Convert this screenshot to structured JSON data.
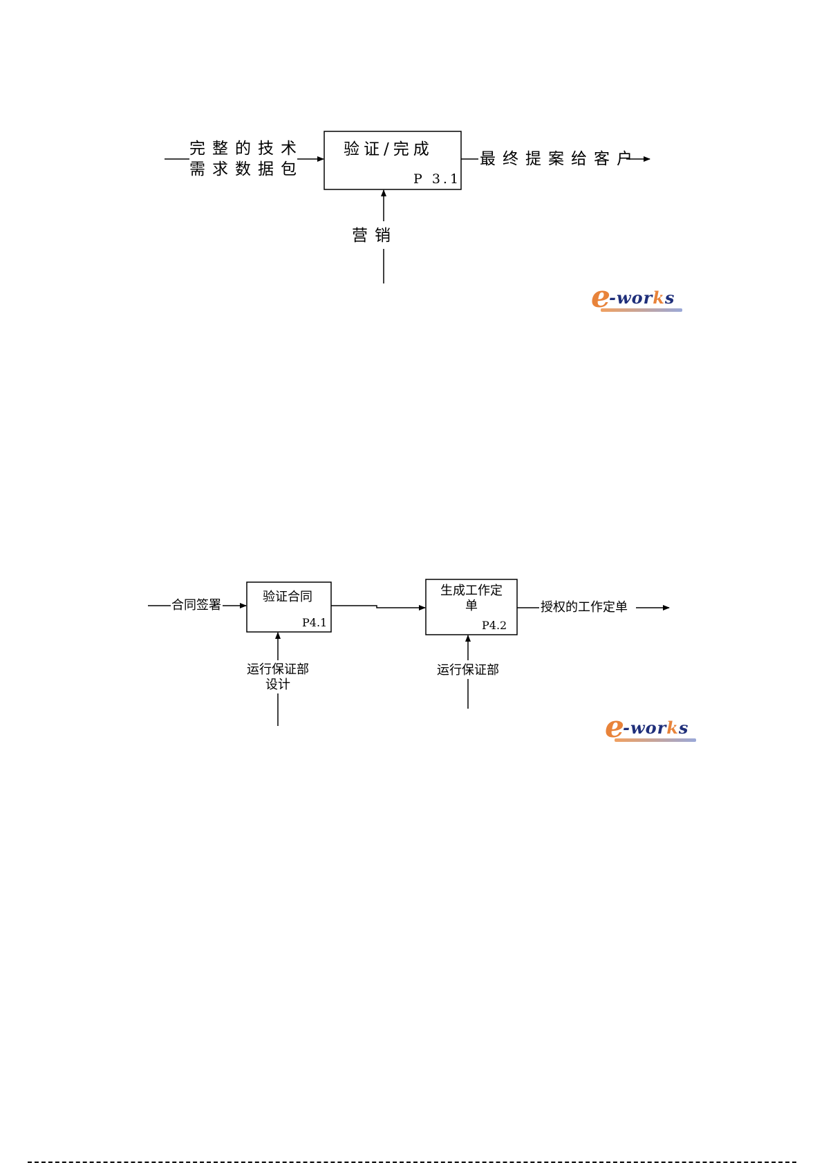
{
  "diagram1": {
    "input_line1": "完整的技术",
    "input_line2": "需求数据包",
    "box_title": "验证/完成",
    "box_code": "P 3.1",
    "output": "最终提案给客户",
    "control": "营销"
  },
  "diagram2": {
    "input": "合同签署",
    "box1_title": "验证合同",
    "box1_code": "P4.1",
    "box2_title_line1": "生成工作定",
    "box2_title_line2": "单",
    "box2_code": "P4.2",
    "output": "授权的工作定单",
    "control1_line1": "运行保证部",
    "control1_line2": "设计",
    "control2": "运行保证部"
  },
  "logos": [
    "e-works",
    "e-works"
  ]
}
